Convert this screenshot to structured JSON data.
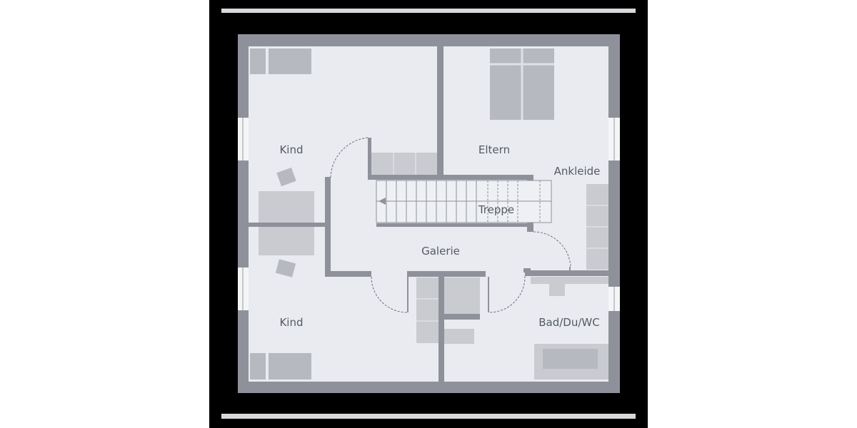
{
  "floorplan": {
    "rooms": {
      "kind_top": "Kind",
      "eltern": "Eltern",
      "ankleide": "Ankleide",
      "treppe": "Treppe",
      "galerie": "Galerie",
      "kind_bottom": "Kind",
      "bad": "Bad/Du/WC"
    },
    "colors": {
      "background": "#000000",
      "wall": "#8f919a",
      "floor": "#e9ebf0",
      "furniture": "#b7b9c0",
      "label": "#555a63"
    }
  }
}
